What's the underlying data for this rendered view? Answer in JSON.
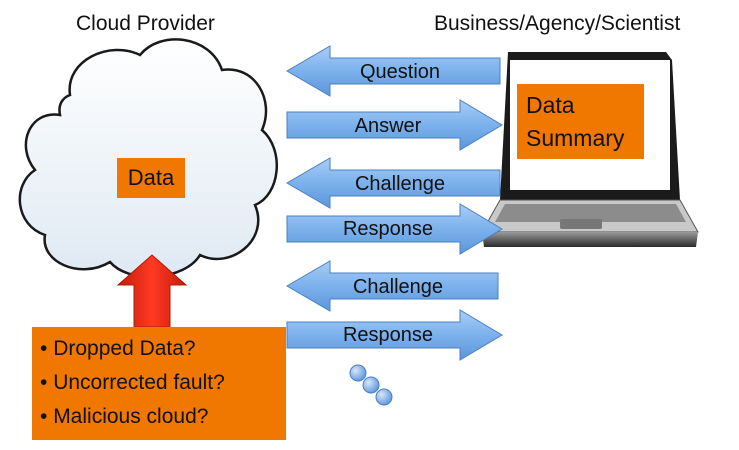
{
  "cloud_provider": {
    "title": "Cloud Provider",
    "data_label": "Data"
  },
  "client": {
    "title": "Business/Agency/Scientist",
    "summary_line1": "Data",
    "summary_line2": "Summary"
  },
  "messages": [
    {
      "label": "Question",
      "direction": "left"
    },
    {
      "label": "Answer",
      "direction": "right"
    },
    {
      "label": "Challenge",
      "direction": "left"
    },
    {
      "label": "Response",
      "direction": "right"
    },
    {
      "label": "Challenge",
      "direction": "left"
    },
    {
      "label": "Response",
      "direction": "right"
    }
  ],
  "issues": [
    "Dropped Data?",
    "Uncorrected fault?",
    "Malicious cloud?"
  ],
  "colors": {
    "orange": "#f07800",
    "arrow_blue": "#7bb1ec",
    "red_arrow": "#ee2a1a"
  }
}
